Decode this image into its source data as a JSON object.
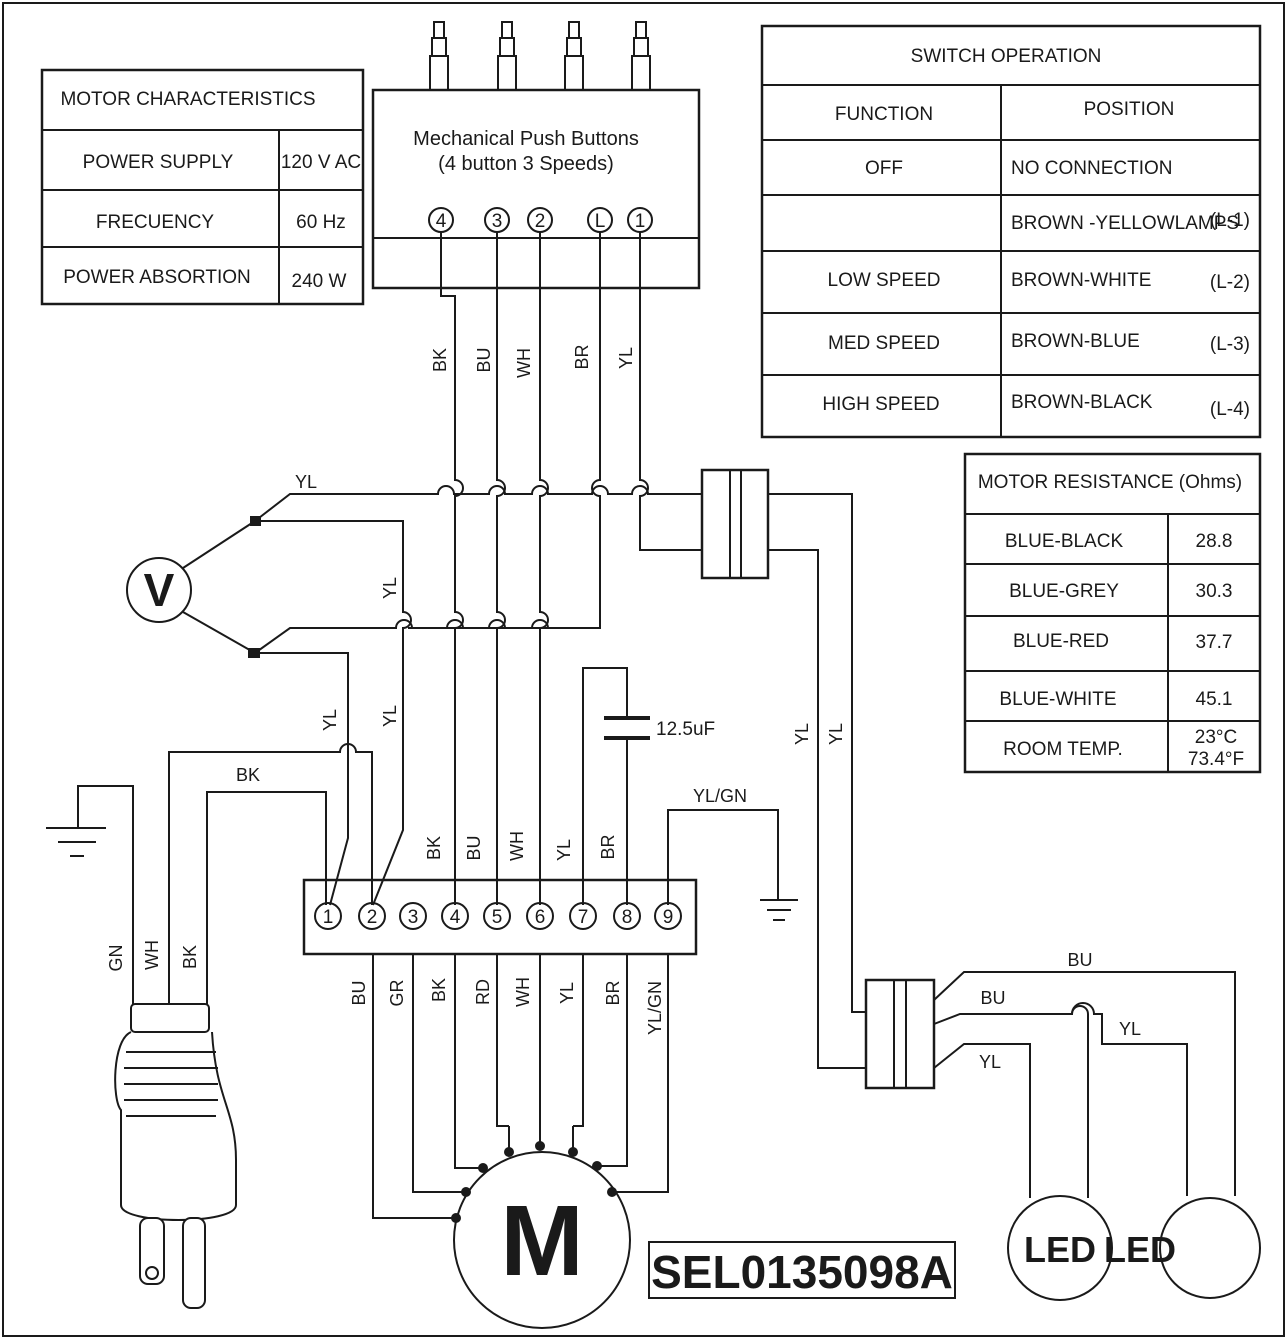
{
  "motor_characteristics": {
    "title": "MOTOR CHARACTERISTICS",
    "rows": [
      {
        "label": "POWER SUPPLY",
        "value": "120 V AC"
      },
      {
        "label": "FRECUENCY",
        "value": "60 Hz"
      },
      {
        "label": "POWER ABSORTION",
        "value": "240 W"
      }
    ]
  },
  "push_buttons": {
    "title_line1": "Mechanical Push Buttons",
    "title_line2": "(4 button 3 Speeds)",
    "terminals": [
      "4",
      "3",
      "2",
      "L",
      "1"
    ],
    "wires": [
      "BK",
      "BU",
      "WH",
      "BR",
      "YL"
    ]
  },
  "switch_operation": {
    "title": "SWITCH OPERATION",
    "col_function": "FUNCTION",
    "col_position": "POSITION",
    "rows": [
      {
        "function": "OFF",
        "position": "NO CONNECTION",
        "code": ""
      },
      {
        "function": "",
        "position": "BROWN -YELLOWLAMPS",
        "code": "(L-1)"
      },
      {
        "function": "LOW SPEED",
        "position": "BROWN-WHITE",
        "code": "(L-2)"
      },
      {
        "function": "MED SPEED",
        "position": "BROWN-BLUE",
        "code": "(L-3)"
      },
      {
        "function": "HIGH SPEED",
        "position": "BROWN-BLACK",
        "code": "(L-4)"
      }
    ]
  },
  "motor_resistance": {
    "title": "MOTOR RESISTANCE (Ohms)",
    "rows": [
      {
        "label": "BLUE-BLACK",
        "value": "28.8"
      },
      {
        "label": "BLUE-GREY",
        "value": "30.3"
      },
      {
        "label": "BLUE-RED",
        "value": "37.7"
      },
      {
        "label": "BLUE-WHITE",
        "value": "45.1"
      }
    ],
    "room_label": "ROOM  TEMP.",
    "room_c": "23°C",
    "room_f": "73.4°F"
  },
  "terminal_block": {
    "terminals": [
      "1",
      "2",
      "3",
      "4",
      "5",
      "6",
      "7",
      "8",
      "9"
    ],
    "top_wires": [
      "BK",
      "BU",
      "WH",
      "YL",
      "BR"
    ],
    "top_wire_last": "YL/GN",
    "bottom_wires": [
      "BU",
      "GR",
      "BK",
      "RD",
      "WH",
      "YL",
      "BR",
      "YL/GN"
    ]
  },
  "wires": {
    "yl": "YL",
    "bk": "BK",
    "bu": "BU",
    "gn": "GN",
    "wh": "WH"
  },
  "capacitor": "12.5uF",
  "voltage_symbol": "V",
  "motor_symbol": "M",
  "led_labels": [
    "LED",
    "LED"
  ],
  "model_code": "SEL0135098A"
}
